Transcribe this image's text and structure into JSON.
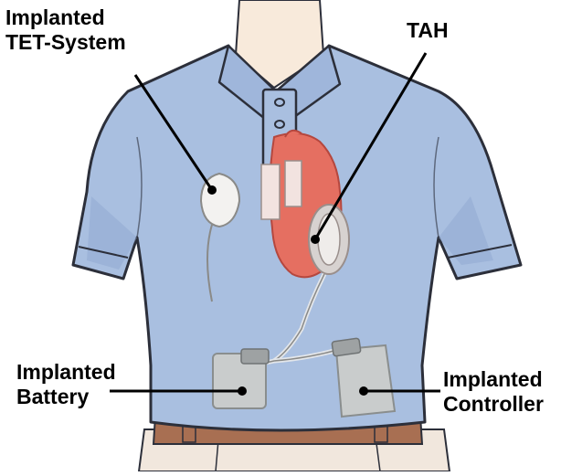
{
  "labels": {
    "tet_system": [
      "Implanted",
      "TET-System"
    ],
    "tah": "TAH",
    "battery": [
      "Implanted",
      "Battery"
    ],
    "controller": [
      "Implanted",
      "Controller"
    ]
  },
  "colors": {
    "shirt": "#a9bfe0",
    "shirt_shadow": "#8fa7cf",
    "outline": "#2c2f3a",
    "skin": "#f8eadb",
    "heart": "#e56f61",
    "device_gray": "#c9cccc",
    "belt": "#a86f52",
    "pants": "#f1e7dd"
  }
}
